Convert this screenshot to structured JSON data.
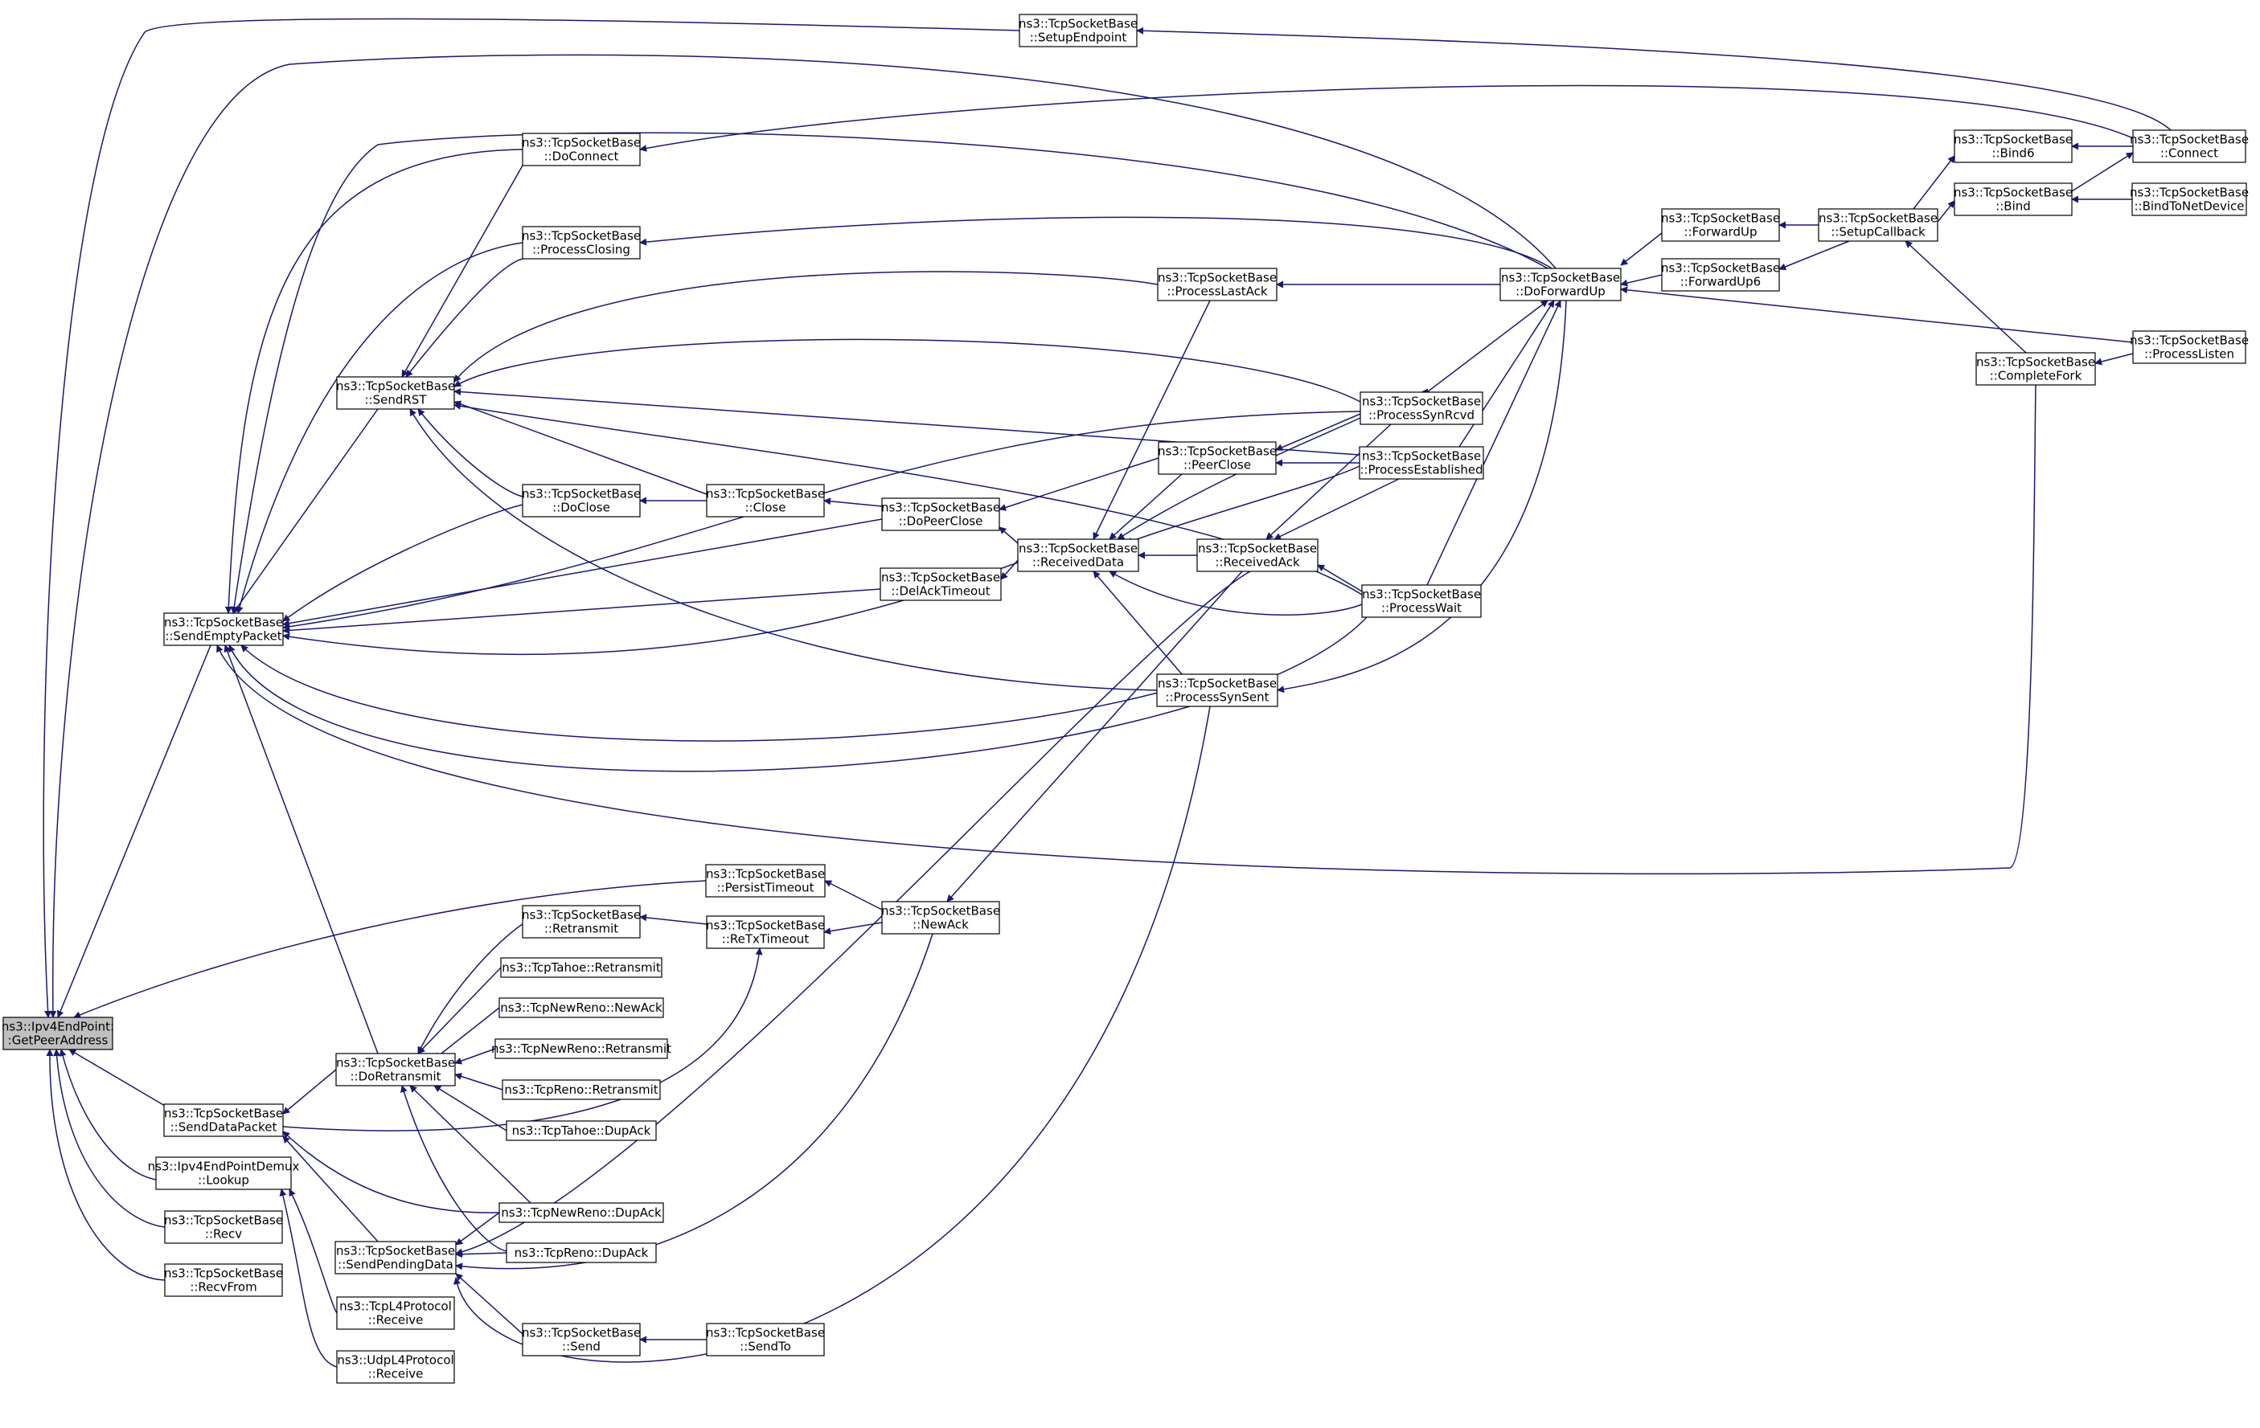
{
  "colors": {
    "edge": "#191970",
    "node_stroke": "#000000",
    "node_fill": "#ffffff",
    "root_fill": "#bfbfbf",
    "background": "#ffffff"
  },
  "nodes": [
    {
      "id": "GetPeerAddress",
      "lines": [
        "ns3::Ipv4EndPoint:",
        ":GetPeerAddress"
      ],
      "root": true
    },
    {
      "id": "SetupEndpoint",
      "lines": [
        "ns3::TcpSocketBase",
        "::SetupEndpoint"
      ]
    },
    {
      "id": "Connect",
      "lines": [
        "ns3::TcpSocketBase",
        "::Connect"
      ]
    },
    {
      "id": "DoConnect",
      "lines": [
        "ns3::TcpSocketBase",
        "::DoConnect"
      ]
    },
    {
      "id": "Bind6",
      "lines": [
        "ns3::TcpSocketBase",
        "::Bind6"
      ]
    },
    {
      "id": "Bind",
      "lines": [
        "ns3::TcpSocketBase",
        "::Bind"
      ]
    },
    {
      "id": "BindToNetDevice",
      "lines": [
        "ns3::TcpSocketBase",
        "::BindToNetDevice"
      ]
    },
    {
      "id": "SetupCallback",
      "lines": [
        "ns3::TcpSocketBase",
        "::SetupCallback"
      ]
    },
    {
      "id": "ForwardUp",
      "lines": [
        "ns3::TcpSocketBase",
        "::ForwardUp"
      ]
    },
    {
      "id": "ForwardUp6",
      "lines": [
        "ns3::TcpSocketBase",
        "::ForwardUp6"
      ]
    },
    {
      "id": "ProcessClosing",
      "lines": [
        "ns3::TcpSocketBase",
        "::ProcessClosing"
      ]
    },
    {
      "id": "ProcessLastAck",
      "lines": [
        "ns3::TcpSocketBase",
        "::ProcessLastAck"
      ]
    },
    {
      "id": "DoForwardUp",
      "lines": [
        "ns3::TcpSocketBase",
        "::DoForwardUp"
      ]
    },
    {
      "id": "ProcessListen",
      "lines": [
        "ns3::TcpSocketBase",
        "::ProcessListen"
      ]
    },
    {
      "id": "CompleteFork",
      "lines": [
        "ns3::TcpSocketBase",
        "::CompleteFork"
      ]
    },
    {
      "id": "SendRST",
      "lines": [
        "ns3::TcpSocketBase",
        "::SendRST"
      ]
    },
    {
      "id": "ProcessSynRcvd",
      "lines": [
        "ns3::TcpSocketBase",
        "::ProcessSynRcvd"
      ]
    },
    {
      "id": "PeerClose",
      "lines": [
        "ns3::TcpSocketBase",
        "::PeerClose"
      ]
    },
    {
      "id": "ProcessEstablished",
      "lines": [
        "ns3::TcpSocketBase",
        "::ProcessEstablished"
      ]
    },
    {
      "id": "DoClose",
      "lines": [
        "ns3::TcpSocketBase",
        "::DoClose"
      ]
    },
    {
      "id": "Close",
      "lines": [
        "ns3::TcpSocketBase",
        "::Close"
      ]
    },
    {
      "id": "DoPeerClose",
      "lines": [
        "ns3::TcpSocketBase",
        "::DoPeerClose"
      ]
    },
    {
      "id": "ReceivedData",
      "lines": [
        "ns3::TcpSocketBase",
        "::ReceivedData"
      ]
    },
    {
      "id": "ReceivedAck",
      "lines": [
        "ns3::TcpSocketBase",
        "::ReceivedAck"
      ]
    },
    {
      "id": "DelAckTimeout",
      "lines": [
        "ns3::TcpSocketBase",
        "::DelAckTimeout"
      ]
    },
    {
      "id": "ProcessWait",
      "lines": [
        "ns3::TcpSocketBase",
        "::ProcessWait"
      ]
    },
    {
      "id": "SendEmptyPacket",
      "lines": [
        "ns3::TcpSocketBase",
        "::SendEmptyPacket"
      ]
    },
    {
      "id": "ProcessSynSent",
      "lines": [
        "ns3::TcpSocketBase",
        "::ProcessSynSent"
      ]
    },
    {
      "id": "PersistTimeout",
      "lines": [
        "ns3::TcpSocketBase",
        "::PersistTimeout"
      ]
    },
    {
      "id": "NewAck",
      "lines": [
        "ns3::TcpSocketBase",
        "::NewAck"
      ]
    },
    {
      "id": "Retransmit",
      "lines": [
        "ns3::TcpSocketBase",
        "::Retransmit"
      ]
    },
    {
      "id": "ReTxTimeout",
      "lines": [
        "ns3::TcpSocketBase",
        "::ReTxTimeout"
      ]
    },
    {
      "id": "TahoeRetransmit",
      "lines": [
        "ns3::TcpTahoe::Retransmit"
      ]
    },
    {
      "id": "NewRenoNewAck",
      "lines": [
        "ns3::TcpNewReno::NewAck"
      ]
    },
    {
      "id": "NewRenoRetransmit",
      "lines": [
        "ns3::TcpNewReno::Retransmit"
      ]
    },
    {
      "id": "DoRetransmit",
      "lines": [
        "ns3::TcpSocketBase",
        "::DoRetransmit"
      ]
    },
    {
      "id": "RenoRetransmit",
      "lines": [
        "ns3::TcpReno::Retransmit"
      ]
    },
    {
      "id": "TahoeDupAck",
      "lines": [
        "ns3::TcpTahoe::DupAck"
      ]
    },
    {
      "id": "SendDataPacket",
      "lines": [
        "ns3::TcpSocketBase",
        "::SendDataPacket"
      ]
    },
    {
      "id": "Lookup",
      "lines": [
        "ns3::Ipv4EndPointDemux",
        "::Lookup"
      ]
    },
    {
      "id": "NewRenoDupAck",
      "lines": [
        "ns3::TcpNewReno::DupAck"
      ]
    },
    {
      "id": "Recv",
      "lines": [
        "ns3::TcpSocketBase",
        "::Recv"
      ]
    },
    {
      "id": "SendPendingData",
      "lines": [
        "ns3::TcpSocketBase",
        "::SendPendingData"
      ]
    },
    {
      "id": "RenoDupAck",
      "lines": [
        "ns3::TcpReno::DupAck"
      ]
    },
    {
      "id": "RecvFrom",
      "lines": [
        "ns3::TcpSocketBase",
        "::RecvFrom"
      ]
    },
    {
      "id": "TcpL4Receive",
      "lines": [
        "ns3::TcpL4Protocol",
        "::Receive"
      ]
    },
    {
      "id": "Send",
      "lines": [
        "ns3::TcpSocketBase",
        "::Send"
      ]
    },
    {
      "id": "SendTo",
      "lines": [
        "ns3::TcpSocketBase",
        "::SendTo"
      ]
    },
    {
      "id": "UdpL4Receive",
      "lines": [
        "ns3::UdpL4Protocol",
        "::Receive"
      ]
    }
  ]
}
